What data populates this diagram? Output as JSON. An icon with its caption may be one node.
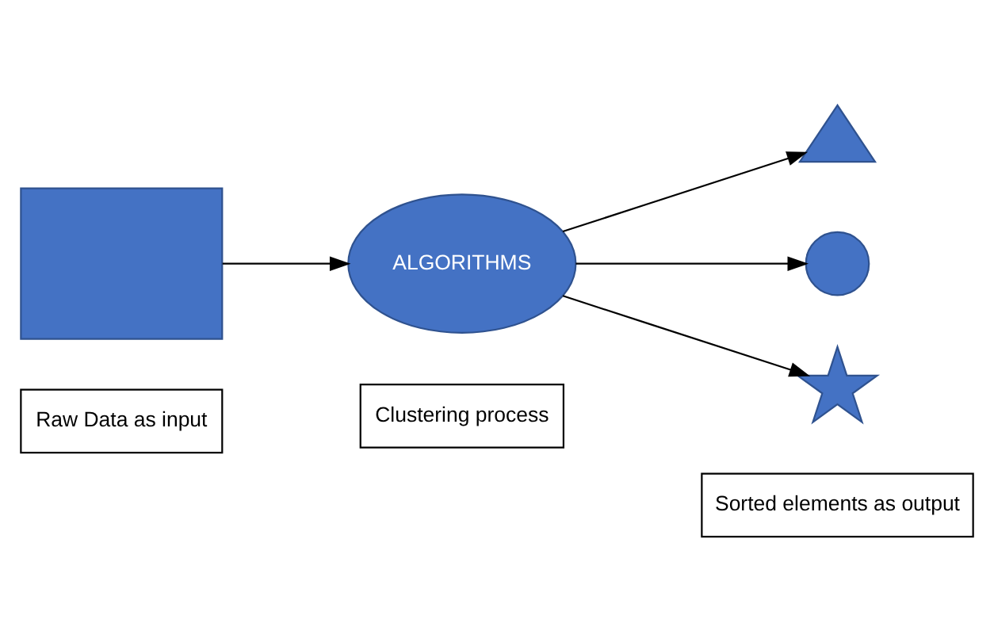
{
  "diagram": {
    "nodes": [
      {
        "text": [],
        "shape": "box"
      },
      {
        "text": [
          "ALGORITHMS"
        ]
      },
      {
        "text": [],
        "shape": "triangle"
      },
      {
        "text": [],
        "shape": "circle"
      },
      {
        "text": [],
        "shape": "star"
      },
      {
        "text": [
          "Raw Data as input"
        ]
      },
      {
        "text": [
          "Clustering process"
        ]
      },
      {
        "text": [
          "Sorted elements as output"
        ]
      }
    ],
    "edges": [
      {
        "from": 0,
        "to": 1,
        "arrow": "to"
      },
      {
        "from": 1,
        "to": 2,
        "arrow": "to"
      },
      {
        "from": 1,
        "to": 3,
        "arrow": "to"
      },
      {
        "from": 1,
        "to": 4,
        "arrow": "to"
      }
    ]
  }
}
